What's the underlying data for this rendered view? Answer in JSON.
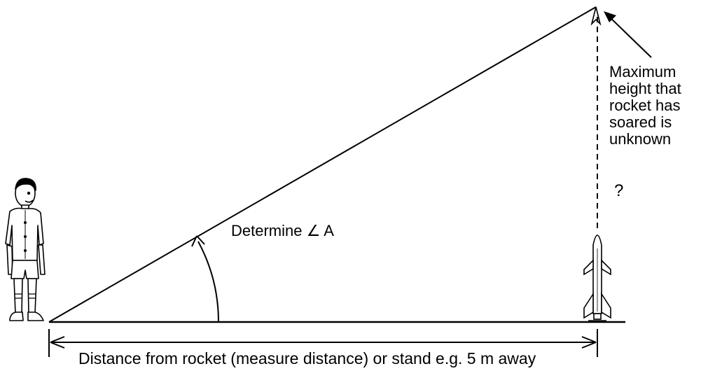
{
  "labels": {
    "angle_instruction": "Determine ∠ A",
    "max_height_lines": [
      "Maximum",
      "height that",
      "rocket has",
      "soared is",
      "unknown"
    ],
    "question_mark": "?",
    "distance_caption": "Distance from rocket (measure distance) or stand e.g. 5 m away"
  },
  "icons": {
    "person": "boy-figure-icon",
    "rocket": "rocket-icon",
    "rocket_top": "rocket-apex-icon"
  }
}
